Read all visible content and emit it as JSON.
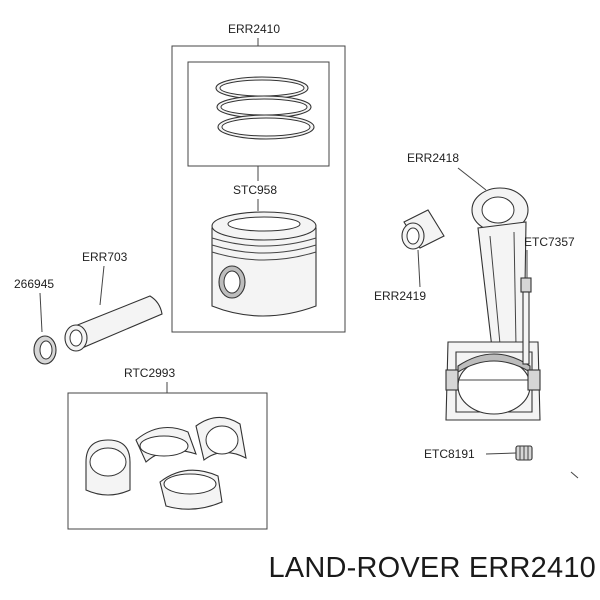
{
  "labels": {
    "err2410": "ERR2410",
    "stc958": "STC958",
    "err703": "ERR703",
    "p266945": "266945",
    "rtc2993": "RTC2993",
    "err2418": "ERR2418",
    "err2419": "ERR2419",
    "etc7357": "ETC7357",
    "etc8191": "ETC8191"
  },
  "footer": {
    "brand_part": "LAND-ROVER ERR2410"
  }
}
